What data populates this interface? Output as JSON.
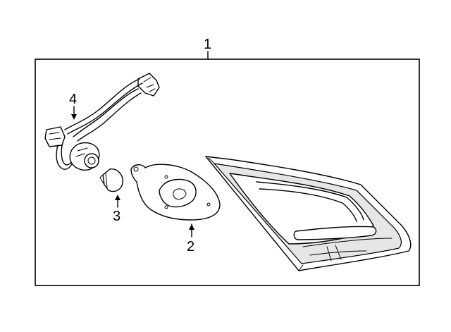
{
  "callouts": {
    "c1": "1",
    "c2": "2",
    "c3": "3",
    "c4": "4"
  },
  "colors": {
    "line": "#000000",
    "background": "#ffffff",
    "lens_shade": "#e6e6e6"
  },
  "parts": [
    "tail-lamp-assembly",
    "lamp-gasket",
    "bulb",
    "socket-and-wire-harness"
  ]
}
